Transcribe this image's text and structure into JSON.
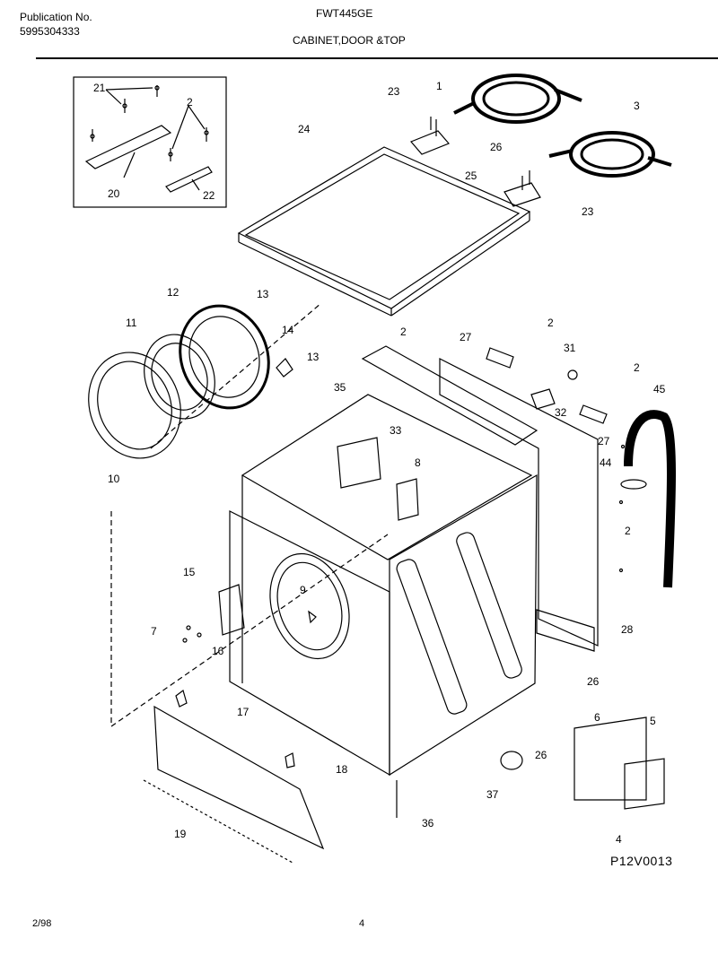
{
  "header": {
    "publication_label": "Publication No.",
    "publication_number": "5995304333",
    "model": "FWT445GE",
    "section": "CABINET,DOOR &TOP"
  },
  "callouts": {
    "c1": "1",
    "c2": "2",
    "c3": "3",
    "c4": "4",
    "c5": "5",
    "c6": "6",
    "c7": "7",
    "c8": "8",
    "c9": "9",
    "c10": "10",
    "c11": "11",
    "c12": "12",
    "c13": "13",
    "c14": "14",
    "c15": "15",
    "c16": "16",
    "c17": "17",
    "c18": "18",
    "c19": "19",
    "c20": "20",
    "c21": "21",
    "c22": "22",
    "c23": "23",
    "c24": "24",
    "c25": "25",
    "c26": "26",
    "c27": "27",
    "c28": "28",
    "c31": "31",
    "c32": "32",
    "c33": "33",
    "c35": "35",
    "c36": "36",
    "c37": "37",
    "c44": "44",
    "c45": "45"
  },
  "figure_id": "P12V0013",
  "footer": {
    "date": "2/98",
    "page": "4"
  }
}
